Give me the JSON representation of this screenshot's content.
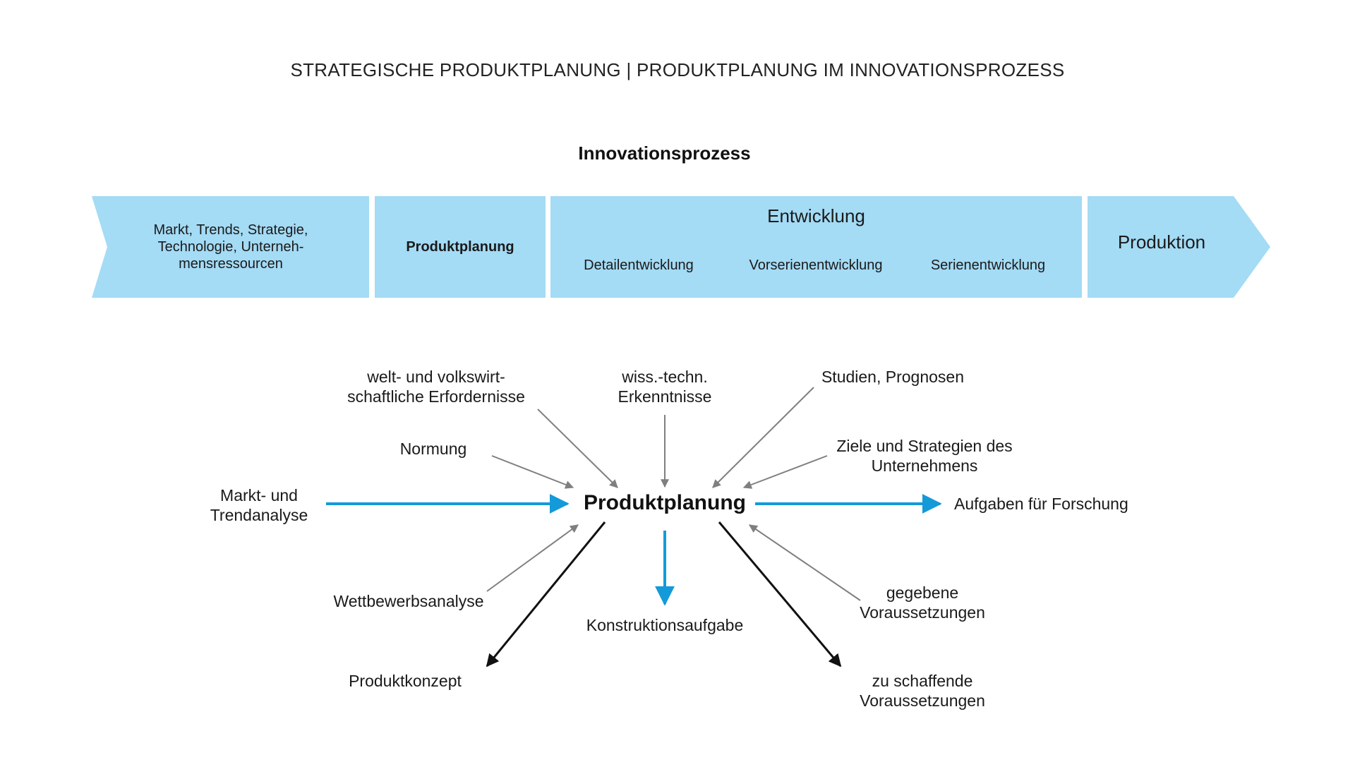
{
  "title": "STRATEGISCHE PRODUKTPLANUNG | PRODUKTPLANUNG IM INNOVATIONSPROZESS",
  "process": {
    "heading": "Innovationsprozess",
    "stages": {
      "markt": {
        "lines": [
          "Markt, Trends, Strategie,",
          "Technologie, Unterneh-",
          "mensressourcen"
        ]
      },
      "produktplanung": {
        "label": "Produktplanung"
      },
      "entwicklung": {
        "label": "Entwicklung",
        "sub": [
          "Detailentwicklung",
          "Vorserienentwicklung",
          "Serienentwicklung"
        ]
      },
      "produktion": {
        "label": "Produktion"
      }
    }
  },
  "center": {
    "label": "Produktplanung"
  },
  "inputs": {
    "welt": [
      "welt- und volkswirt-",
      "schaftliche Erfordernisse"
    ],
    "wiss": [
      "wiss.-techn.",
      "Erkenntnisse"
    ],
    "studien": [
      "Studien, Prognosen"
    ],
    "normung": [
      "Normung"
    ],
    "ziele": [
      "Ziele und Strategien des",
      "Unternehmens"
    ],
    "markt": [
      "Markt- und",
      "Trendanalyse"
    ],
    "wettbewerb": [
      "Wettbewerbsanalyse"
    ],
    "gegebene": [
      "gegebene",
      "Voraussetzungen"
    ]
  },
  "outputs": {
    "forschung": [
      "Aufgaben für Forschung"
    ],
    "konstruktion": [
      "Konstruktionsaufgabe"
    ],
    "produktkonzept": [
      "Produktkonzept"
    ],
    "zuschaffende": [
      "zu schaffende",
      "Voraussetzungen"
    ]
  },
  "colors": {
    "band": "#a4dbf5",
    "blue_arrow": "#149ad8",
    "gray_arrow": "#7f7f7f",
    "black_arrow": "#111111"
  }
}
